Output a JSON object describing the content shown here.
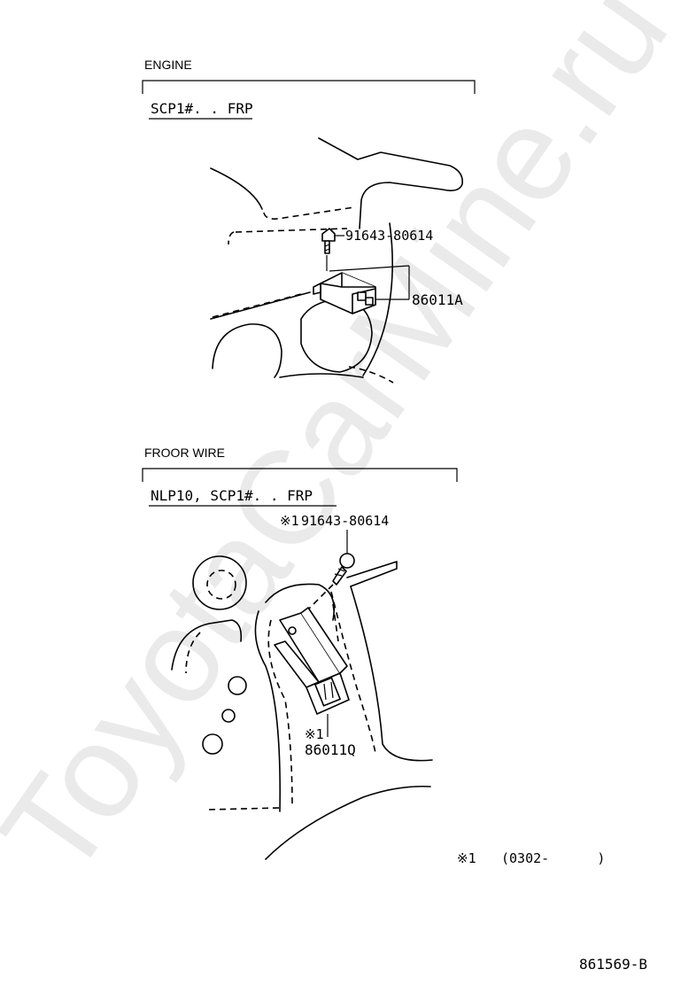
{
  "watermark": "ToyotaCarMine.ru",
  "sections": [
    {
      "header": "ENGINE",
      "model_code": "SCP1#. . FRP",
      "callouts": [
        {
          "part": "91643-80614",
          "icon": "bolt-icon"
        },
        {
          "part": "86011A",
          "icon": "relay-icon"
        }
      ]
    },
    {
      "header": "FROOR WIRE",
      "model_code": "NLP10, SCP1#. . FRP",
      "callouts": [
        {
          "mark": "※1",
          "part": "91643-80614",
          "icon": "bolt-icon"
        },
        {
          "mark": "※1",
          "part": "86011Q",
          "icon": "relay-icon"
        }
      ]
    }
  ],
  "footnote": {
    "mark": "※1",
    "range": "(0302-      )"
  },
  "diagram_id": "861569-B"
}
